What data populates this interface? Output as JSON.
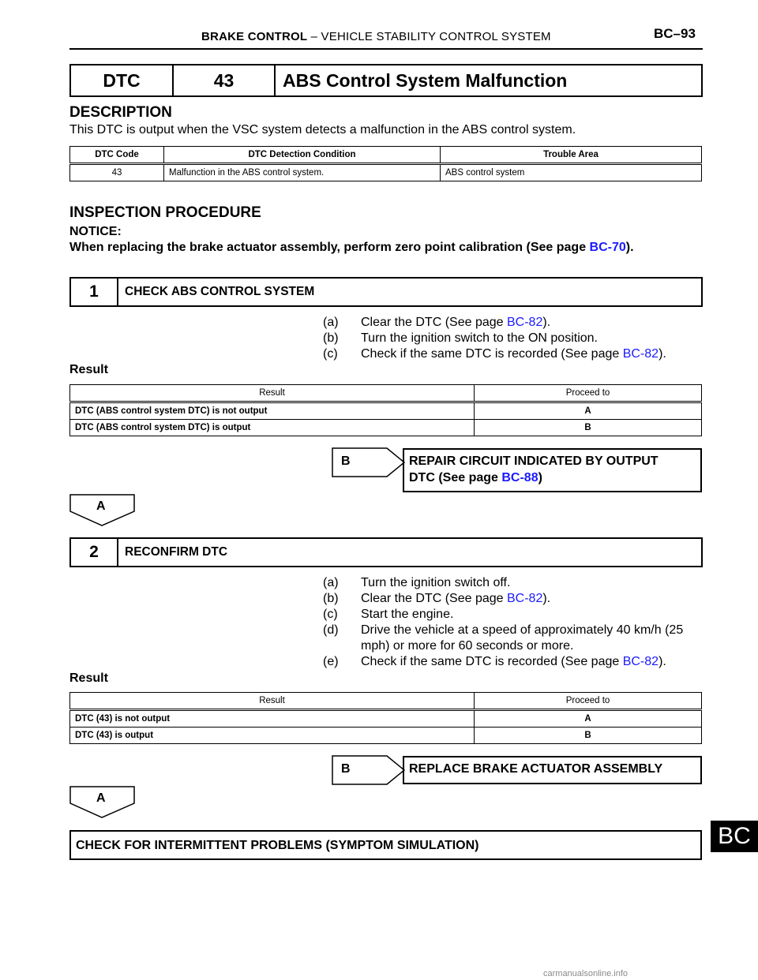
{
  "header": {
    "section": "BRAKE CONTROL",
    "subsection": "–  VEHICLE STABILITY CONTROL SYSTEM",
    "page": "BC–93"
  },
  "dtc_title": {
    "col1": "DTC",
    "col2": "43",
    "col3": "ABS Control System Malfunction"
  },
  "description": {
    "heading": "DESCRIPTION",
    "text": "This DTC is output when the VSC system detects a malfunction in the ABS control system."
  },
  "dtc_table": {
    "headers": [
      "DTC Code",
      "DTC Detection Condition",
      "Trouble Area"
    ],
    "row": [
      "43",
      "Malfunction in the ABS control system.",
      "ABS control system"
    ]
  },
  "inspection": {
    "heading": "INSPECTION PROCEDURE",
    "notice_label": "NOTICE:",
    "notice_text": "When replacing the brake actuator assembly, perform zero point calibration (See page ",
    "notice_link": "BC-70",
    "notice_end": ")."
  },
  "step1": {
    "number": "1",
    "title": "CHECK ABS CONTROL SYSTEM",
    "items": [
      {
        "mark": "(a)",
        "text": "Clear the DTC (See page ",
        "link": "BC-82",
        "end": ")."
      },
      {
        "mark": "(b)",
        "text": "Turn the ignition switch to the ON position.",
        "link": "",
        "end": ""
      },
      {
        "mark": "(c)",
        "text": "Check if the same DTC is recorded (See page ",
        "link": "BC-82",
        "end": ")."
      }
    ],
    "result_label": "Result",
    "table": {
      "headers": [
        "Result",
        "Proceed to"
      ],
      "rows": [
        [
          "DTC (ABS control system DTC) is not output",
          "A"
        ],
        [
          "DTC (ABS control system DTC) is output",
          "B"
        ]
      ]
    },
    "b_label": "B",
    "b_action_line1": "REPAIR CIRCUIT INDICATED BY OUTPUT",
    "b_action_line2": "DTC (See page ",
    "b_action_link": "BC-88",
    "b_action_end": ")",
    "a_label": "A"
  },
  "step2": {
    "number": "2",
    "title": "RECONFIRM DTC",
    "items": [
      {
        "mark": "(a)",
        "text": "Turn the ignition switch off.",
        "link": "",
        "end": ""
      },
      {
        "mark": "(b)",
        "text": "Clear the DTC (See page ",
        "link": "BC-82",
        "end": ")."
      },
      {
        "mark": "(c)",
        "text": "Start the engine.",
        "link": "",
        "end": ""
      },
      {
        "mark": "(d)",
        "text": "Drive the vehicle at a speed of approximately 40 km/h (25 mph) or more for 60 seconds or more.",
        "link": "",
        "end": ""
      },
      {
        "mark": "(e)",
        "text": "Check if the same DTC is recorded (See page ",
        "link": "BC-82",
        "end": ")."
      }
    ],
    "result_label": "Result",
    "table": {
      "headers": [
        "Result",
        "Proceed to"
      ],
      "rows": [
        [
          "DTC (43) is not output",
          "A"
        ],
        [
          "DTC (43) is output",
          "B"
        ]
      ]
    },
    "b_label": "B",
    "b_action": "REPLACE BRAKE ACTUATOR ASSEMBLY",
    "a_label": "A"
  },
  "final_step": "CHECK FOR INTERMITTENT PROBLEMS (SYMPTOM SIMULATION)",
  "side_tab": "BC",
  "footer": "carmanualsonline.info"
}
